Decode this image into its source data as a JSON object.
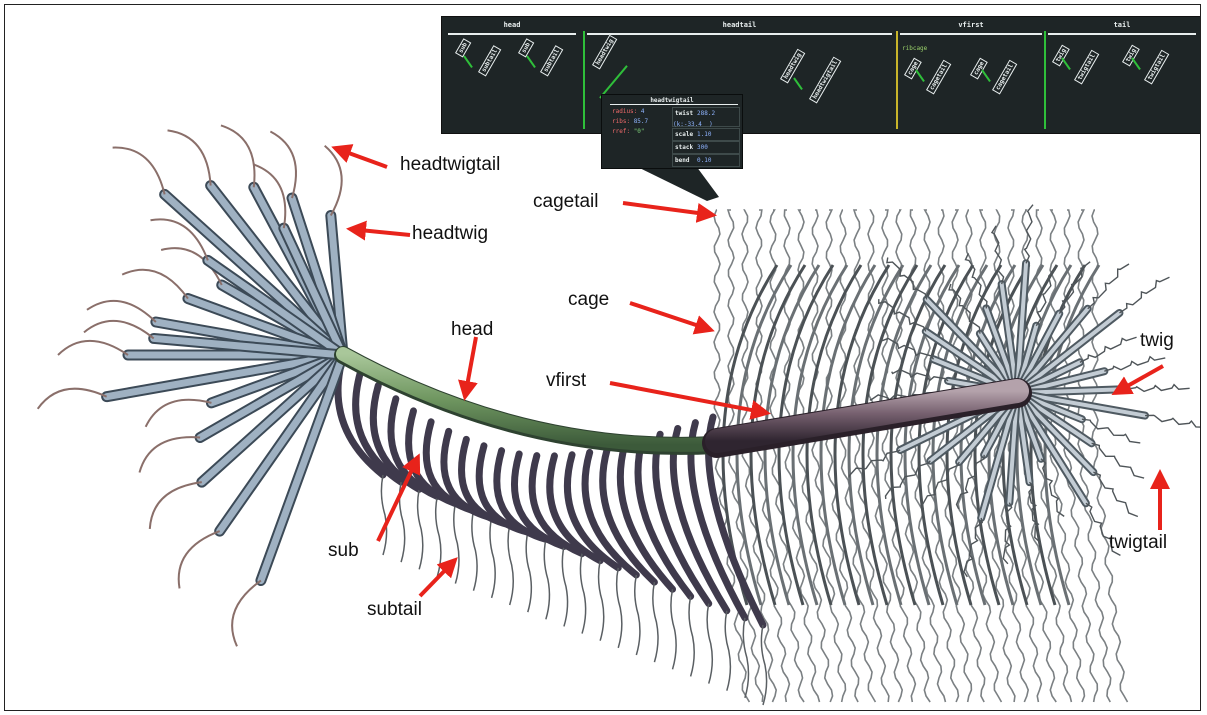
{
  "graph": {
    "columns": {
      "head": "head",
      "headtail": "headtail",
      "vfirst": "vfirst",
      "tail": "tail"
    },
    "nodes": {
      "sub_1": "sub",
      "subtail_1": "subtail",
      "sub_2": "sub",
      "subtail_2": "subtail",
      "headtwig_left": "headtwig",
      "headtwig_right": "headtwig",
      "headtwigtail": "headtwigtail",
      "ribcage": "ribcage",
      "cage_1": "cage",
      "cagetail_1": "cagetail",
      "cage_2": "cage",
      "cagetail_2": "cagetail",
      "twig_1": "twig",
      "twigtail_1": "twigtail",
      "twig_2": "twig",
      "twigtail_2": "twigtail"
    },
    "colors": {
      "panel_bg": "#1e2526",
      "edge_green": "#2fbf3a",
      "divider_green": "#2fbf3a",
      "divider_yellow": "#c9b52a"
    }
  },
  "popup": {
    "title": "headtwigtail",
    "left_props": [
      {
        "key": "radius:",
        "value": "4"
      },
      {
        "key": "ribs:",
        "value": "85.7"
      },
      {
        "key": "rref:",
        "value": "\"0\""
      }
    ],
    "right_props": [
      {
        "key": "twist",
        "value": "288.2\n(k:-33.4  )"
      },
      {
        "key": "scale",
        "value": "1.10"
      },
      {
        "key": "stack",
        "value": "300"
      },
      {
        "key": "bend",
        "value": "0.10"
      }
    ]
  },
  "annotations": {
    "headtwigtail": "headtwigtail",
    "headtwig": "headtwig",
    "cagetail": "cagetail",
    "cage": "cage",
    "head": "head",
    "vfirst": "vfirst",
    "sub": "sub",
    "subtail": "subtail",
    "twig": "twig",
    "twigtail": "twigtail"
  },
  "colors": {
    "arrow": "#e8231b",
    "head_tube": "#7fa36d",
    "vfirst_tube": "#6f5a6c",
    "sub_ribs": "#4a4558",
    "twig_tubes": "#8fa3b4",
    "wire": "#5a5f63"
  }
}
